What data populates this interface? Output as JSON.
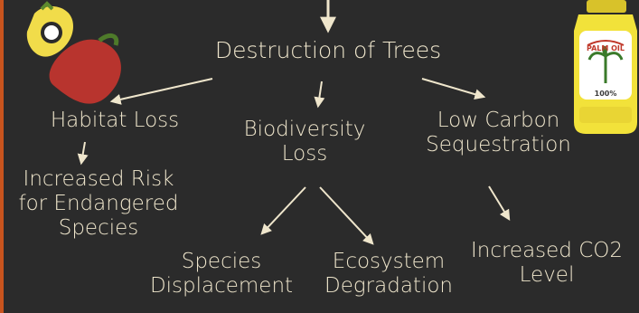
{
  "colors": {
    "background": "#2b2b2b",
    "text": "#efe6cc",
    "arrow": "#efe6cc",
    "accent_edge": "#c8541e",
    "fruit_red": "#b8342e",
    "bottle_yellow": "#f2e23a"
  },
  "diagram": {
    "title": "Destruction of Trees",
    "nodes": {
      "habitat_loss": "Habitat Loss",
      "biodiversity_loss": [
        "Biodiversity",
        "Loss"
      ],
      "low_carbon": [
        "Low Carbon",
        "Sequestration"
      ],
      "endangered": [
        "Increased Risk",
        "for Endangered",
        "Species"
      ],
      "displacement": [
        "Species",
        "Displacement"
      ],
      "degradation": [
        "Ecosystem",
        "Degradation"
      ],
      "co2": [
        "Increased CO2",
        "Level"
      ]
    }
  },
  "bottle": {
    "label": "PALM OIL",
    "percent": "100%"
  },
  "icons": [
    "palm-fruit-illustration",
    "palm-oil-bottle-illustration",
    "arrow-down-icon"
  ]
}
